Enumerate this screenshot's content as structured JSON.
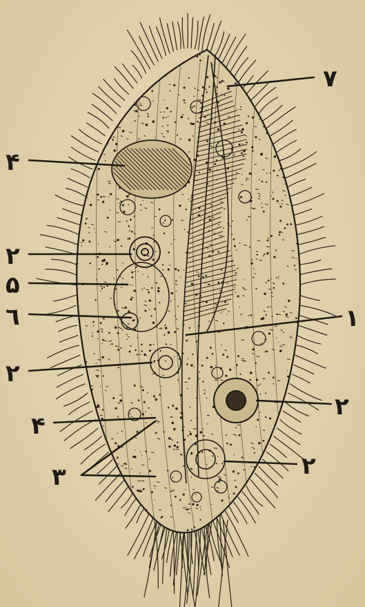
{
  "labels": {
    "l7": "٧",
    "l4_top": "۴",
    "l2_a": "٢",
    "l5": "۵",
    "l6": "٦",
    "l1": "١",
    "l2_b": "٢",
    "l2_c": "٢",
    "l4_bottom": "۴",
    "l3": "٣",
    "l2_d": "٢"
  },
  "colors": {
    "paper": "#e4d5b4",
    "ink": "#1f1a14",
    "body_fill": "#d9c8a2"
  }
}
